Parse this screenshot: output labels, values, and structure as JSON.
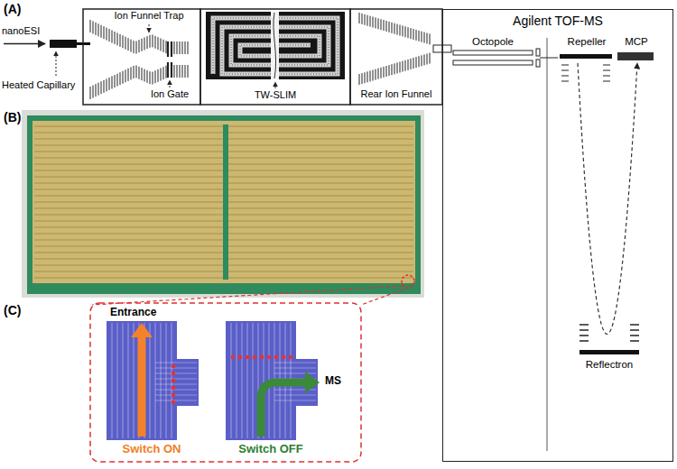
{
  "diagram": {
    "nodes": [
      {
        "text": [
          "Agilent TOF-MS"
        ]
      }
    ],
    "labels": [
      "(A)",
      "nanoESI",
      "Heated Capillary",
      "Ion Funnel Trap",
      "Ion Gate",
      "TW-SLIM",
      "Rear Ion Funnel",
      "Octopole",
      "Repeller",
      "MCP",
      "Reflectron",
      "(B)",
      "(C)",
      "Entrance",
      "MS",
      "Switch ON",
      "Switch OFF"
    ]
  }
}
